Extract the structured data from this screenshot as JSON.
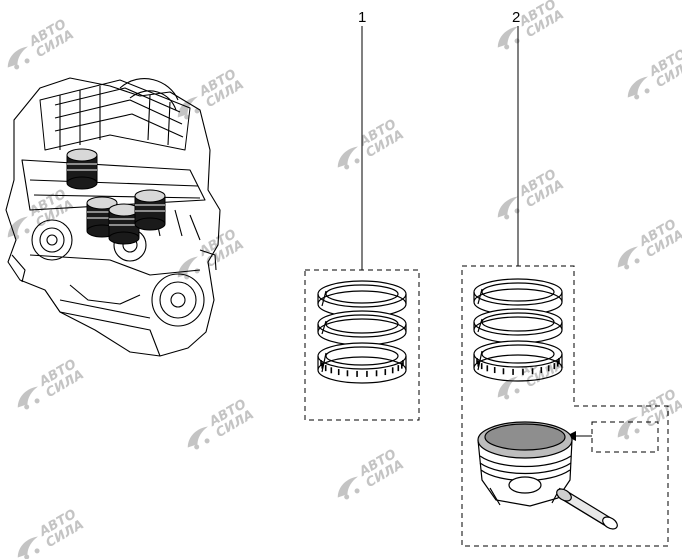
{
  "callouts": [
    {
      "id": "1",
      "label": "1"
    },
    {
      "id": "2",
      "label": "2"
    }
  ],
  "watermark": {
    "line1": "АВТО",
    "line2": "СИЛА",
    "color": "#c4c4c4"
  },
  "colors": {
    "line": "#000000",
    "background": "#ffffff"
  }
}
